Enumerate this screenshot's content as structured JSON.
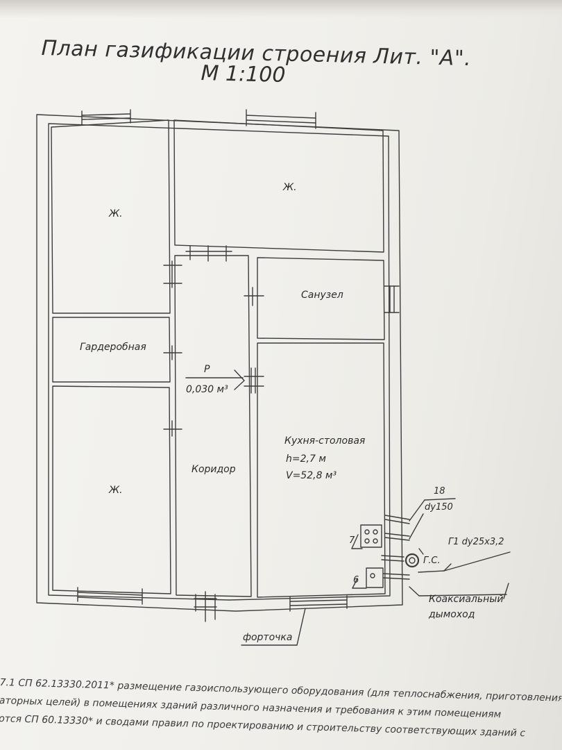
{
  "drawing": {
    "title": "План газификации строения Лит. \"А\".",
    "scale": "М 1:100"
  },
  "rooms": {
    "living_top_left": "Ж.",
    "living_top_right": "Ж.",
    "living_bottom_left": "Ж.",
    "wardrobe": "Гардеробная",
    "bathroom": "Санузел",
    "corridor": "Коридор",
    "kitchen": {
      "name": "Кухня-столовая",
      "height": "h=2,7 м",
      "volume": "V=52,8 м³"
    }
  },
  "annotations": {
    "vent_label": "Р",
    "vent_value": "0,030 м³",
    "pipe_18": "18",
    "pipe_dy150": "dy150",
    "label_7": "7",
    "label_6": "6",
    "gas_meter": "Г.С.",
    "gas_pipe": "Г1 dy25х3,2",
    "flue_line1": "Коаксиальный",
    "flue_line2": "дымоход",
    "window_vent": "форточка"
  },
  "notes": {
    "line1": "7.1 СП 62.13330.2011* размещение газоиспользующего оборудования (для теплоснабжения, приготовления",
    "line2": "аторных целей) в помещениях зданий различного назначения и требования к этим помещениям",
    "line3": "отся СП 60.13330* и сводами правил по проектированию и строительству соответствующих зданий с"
  },
  "colors": {
    "ink": "#3a3a3a",
    "paper": "#f1f0ec"
  }
}
